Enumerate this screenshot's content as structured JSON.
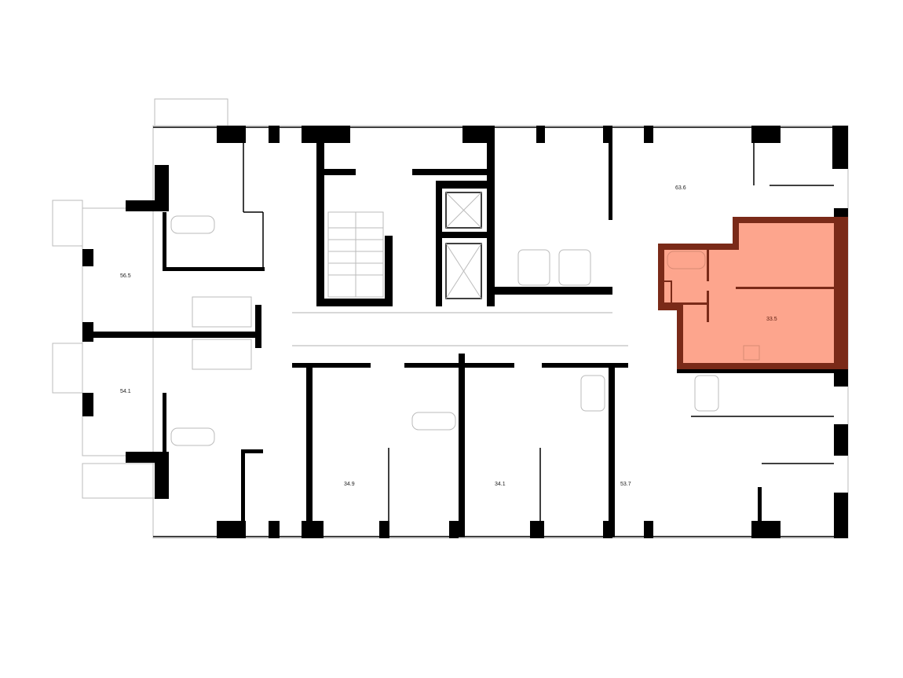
{
  "colors": {
    "highlight_fill": "#FDA58D",
    "highlight_wall": "#7A2A18",
    "wall": "#000000"
  },
  "apartments": [
    {
      "id": "apt-63-6",
      "area": "63.6",
      "selected": false
    },
    {
      "id": "apt-56-5",
      "area": "56.5",
      "selected": false
    },
    {
      "id": "apt-54-1",
      "area": "54.1",
      "selected": false
    },
    {
      "id": "apt-33-5",
      "area": "33.5",
      "selected": true
    },
    {
      "id": "apt-34-9",
      "area": "34.9",
      "selected": false
    },
    {
      "id": "apt-34-1",
      "area": "34.1",
      "selected": false
    },
    {
      "id": "apt-53-7",
      "area": "53.7",
      "selected": false
    }
  ]
}
